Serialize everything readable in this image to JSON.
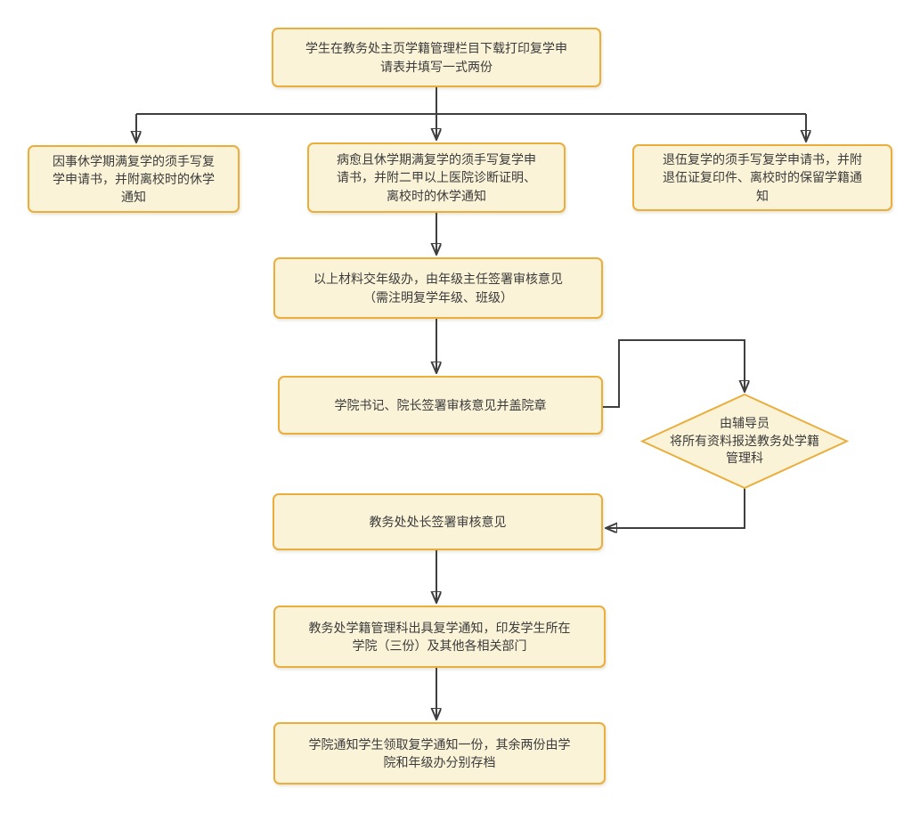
{
  "colors": {
    "node_fill": "#FBF3D8",
    "node_border": "#E9AE3C",
    "connector": "#3F3F3F",
    "text": "#3B3B3B",
    "background": "#FFFFFF"
  },
  "nodes": {
    "start": {
      "text": "学生在教务处主页学籍管理栏目下载打印复学申\n请表并填写一式两份"
    },
    "personal_leave": {
      "text": "因事休学期满复学的须手写复\n学申请书，并附离校时的休学\n通知"
    },
    "medical_leave": {
      "text": "病愈且休学期满复学的须手写复学申\n请书，并附二甲以上医院诊断证明、\n离校时的休学通知"
    },
    "veteran_return": {
      "text": "退伍复学的须手写复学申请书，并附\n退伍证复印件、离校时的保留学籍通\n知"
    },
    "grade_office": {
      "text": "以上材料交年级办，由年级主任签署审核意见\n（需注明复学年级、班级）"
    },
    "college_review": {
      "text": "学院书记、院长签署审核意见并盖院章"
    },
    "counselor_submit": {
      "text": "由辅导员\n将所有资料报送教务处学籍\n管理科"
    },
    "dean_review": {
      "text": "教务处处长签署审核意见"
    },
    "issue_notice": {
      "text": "教务处学籍管理科出具复学通知，印发学生所在\n学院（三份）及其他各相关部门"
    },
    "final_archive": {
      "text": "学院通知学生领取复学通知一份，其余两份由学\n院和年级办分别存档"
    }
  }
}
